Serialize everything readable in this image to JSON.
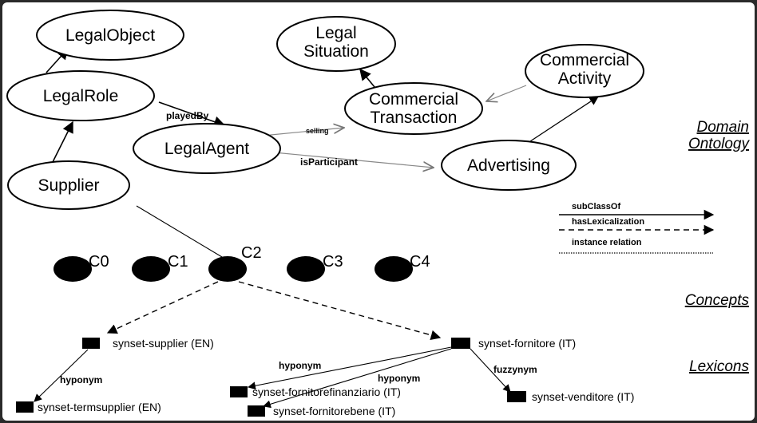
{
  "domain_nodes": {
    "legal_object": "LegalObject",
    "legal_role": "LegalRole",
    "legal_agent": "LegalAgent",
    "supplier": "Supplier",
    "legal_situation_1": "Legal",
    "legal_situation_2": "Situation",
    "commercial_transaction_1": "Commercial",
    "commercial_transaction_2": "Transaction",
    "commercial_activity_1": "Commercial",
    "commercial_activity_2": "Activity",
    "advertising": "Advertising"
  },
  "edge_labels": {
    "played_by": "playedBy",
    "selling": "selling",
    "is_participant": "isParticipant",
    "hyponym_1": "hyponym",
    "hyponym_2": "hyponym",
    "hyponym_3": "hyponym",
    "fuzzynym": "fuzzynym"
  },
  "layers": {
    "domain_1": "Domain",
    "domain_2": "Ontology",
    "concepts": "Concepts",
    "lexicons": "Lexicons"
  },
  "concepts": [
    "C0",
    "C1",
    "C2",
    "C3",
    "C4"
  ],
  "synsets": {
    "supplier": "synset-supplier (EN)",
    "fornitore": "synset-fornitore (IT)",
    "termsupplier": "synset-termsupplier (EN)",
    "fornitorefinanziario": "synset-fornitorefinanziario (IT)",
    "fornitorebene": "synset-fornitorebene (IT)",
    "venditore": "synset-venditore (IT)"
  },
  "legend": {
    "subclass_of": "subClassOf",
    "has_lexicalization": "hasLexicalization",
    "instance_relation": "instance relation"
  }
}
